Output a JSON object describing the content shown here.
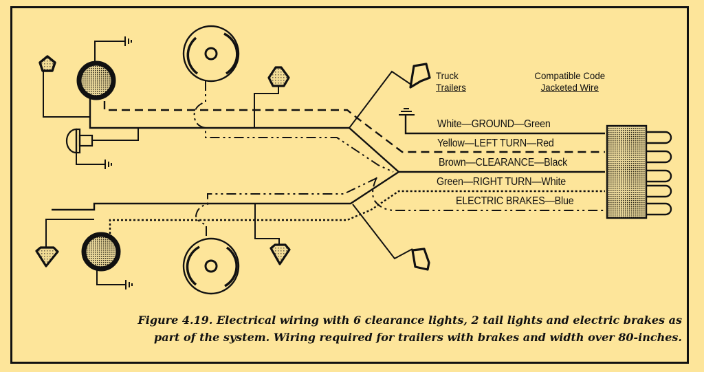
{
  "header": {
    "left_line1": "Truck",
    "left_line2": "Trailers",
    "right_line1": "Compatible Code",
    "right_line2": "Jacketed Wire"
  },
  "wires": [
    {
      "label": "White—GROUND—Green",
      "truck_color": "White",
      "function": "GROUND",
      "jacketed_color": "Green",
      "line_style": "solid"
    },
    {
      "label": "Yellow—LEFT TURN—Red",
      "truck_color": "Yellow",
      "function": "LEFT TURN",
      "jacketed_color": "Red",
      "line_style": "dashed"
    },
    {
      "label": "Brown—CLEARANCE—Black",
      "truck_color": "Brown",
      "function": "CLEARANCE",
      "jacketed_color": "Black",
      "line_style": "solid"
    },
    {
      "label": "Green—RIGHT TURN—White",
      "truck_color": "Green",
      "function": "RIGHT TURN",
      "jacketed_color": "White",
      "line_style": "dotted"
    },
    {
      "label": "ELECTRIC BRAKES—Blue",
      "truck_color": "",
      "function": "ELECTRIC BRAKES",
      "jacketed_color": "Blue",
      "line_style": "dash-dot"
    }
  ],
  "components": {
    "clearance_lights": 6,
    "tail_lights": 2,
    "electric_brakes": 2,
    "connector_pins": 5
  },
  "caption": {
    "line1": "Figure 4.19.  Electrical wiring with 6 clearance lights, 2 tail lights and electric brakes as",
    "line2": "part of the system.  Wiring required for trailers with brakes and width over 80-inches."
  },
  "colors": {
    "background": "#fde59a",
    "ink": "#111111"
  }
}
